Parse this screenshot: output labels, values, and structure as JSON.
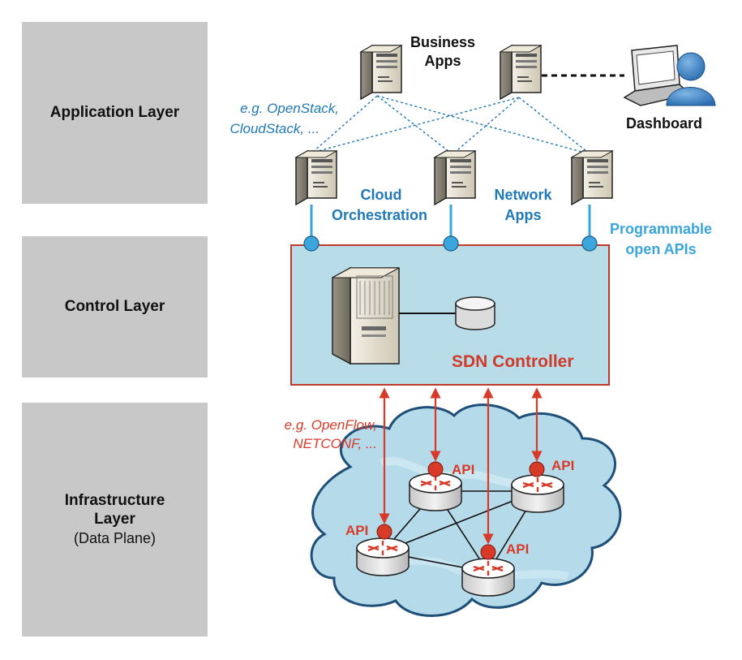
{
  "layers": {
    "application": {
      "title": "Application Layer"
    },
    "control": {
      "title": "Control Layer"
    },
    "infrastructure": {
      "title_line1": "Infrastructure",
      "title_line2": "Layer",
      "subtitle": "(Data Plane)"
    }
  },
  "application_layer": {
    "business_apps_line1": "Business",
    "business_apps_line2": "Apps",
    "dashboard": "Dashboard",
    "orchestration_example_line1": "e.g. OpenStack,",
    "orchestration_example_line2": "CloudStack, ...",
    "cloud_orchestration_line1": "Cloud",
    "cloud_orchestration_line2": "Orchestration",
    "network_apps_line1": "Network",
    "network_apps_line2": "Apps",
    "programmable_line1": "Programmable",
    "programmable_line2": "open APIs"
  },
  "control_layer": {
    "controller_label": "SDN Controller"
  },
  "infrastructure_layer": {
    "protocol_example_line1": "e.g. OpenFlow,",
    "protocol_example_line2": "NETCONF, ...",
    "api_label": "API"
  },
  "colors": {
    "layer_gray": "#c8c8c8",
    "blue_label": "#1f79b8",
    "light_blue_label": "#3aa6dc",
    "controller_fill": "#b8dce8",
    "controller_border": "#c0392b",
    "red": "#d83a2a",
    "cloud_fill": "#b5dbea",
    "cloud_border": "#1e4f78"
  },
  "icons": [
    "server-icon",
    "laptop-icon",
    "user-icon",
    "database-icon",
    "tower-server-icon",
    "router-icon",
    "api-port-icon",
    "cloud-icon"
  ]
}
